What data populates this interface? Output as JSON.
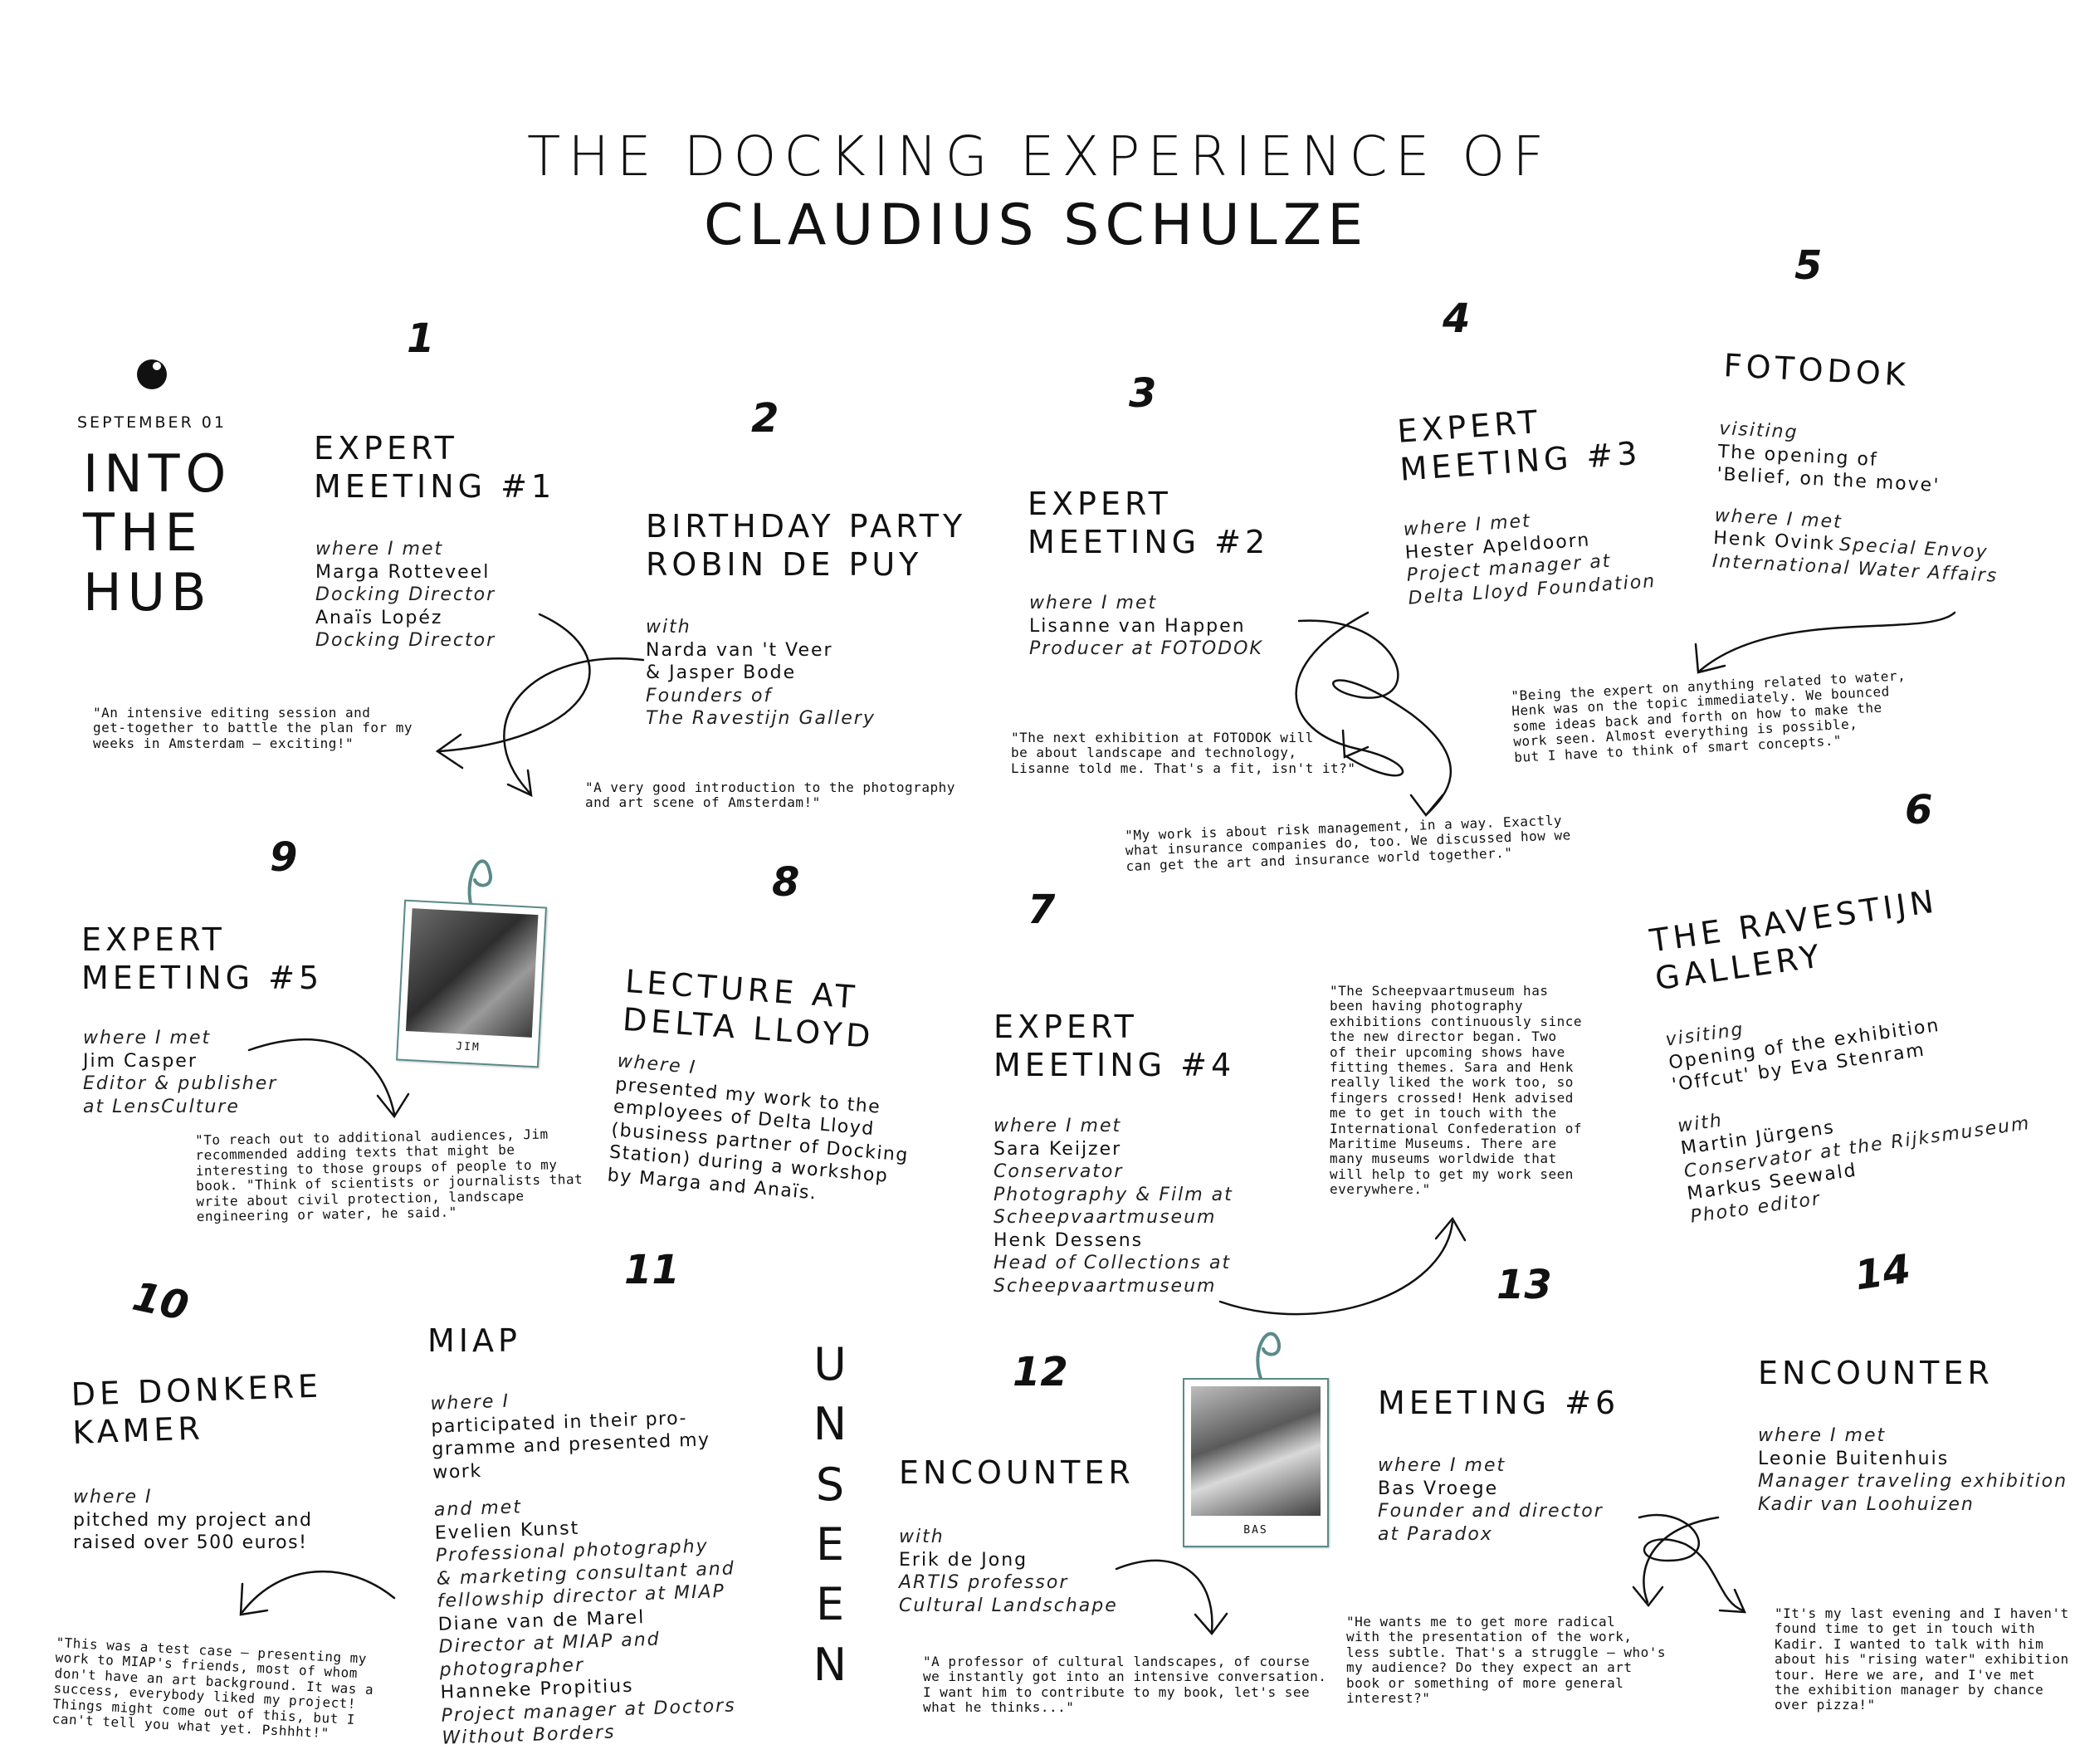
{
  "title": {
    "line1": "THE DOCKING EXPERIENCE OF",
    "line2": "CLAUDIUS SCHULZE"
  },
  "start": {
    "date": "SEPTEMBER 01",
    "heading": "INTO\nTHE\nHUB"
  },
  "unseen": [
    "U",
    "N",
    "S",
    "E",
    "E",
    "N"
  ],
  "entries": [
    {
      "num": "1",
      "heading": "EXPERT\nMEETING #1",
      "label": "where I met",
      "people": [
        {
          "name": "Marga Rotteveel",
          "role": "Docking Director"
        },
        {
          "name": "Anaïs Lopéz",
          "role": "Docking Director"
        }
      ],
      "quote": "\"An intensive editing session and\nget-together to battle the plan for my\nweeks in Amsterdam – exciting!\""
    },
    {
      "num": "2",
      "heading": "BIRTHDAY PARTY\nROBIN DE PUY",
      "label": "with",
      "names": [
        "Narda van 't Veer",
        "& Jasper Bode"
      ],
      "roles": [
        "Founders of",
        "The Ravestijn Gallery"
      ],
      "quote": "\"A very good introduction to the photography\nand art scene of Amsterdam!\""
    },
    {
      "num": "3",
      "heading": "EXPERT\nMEETING #2",
      "label": "where I met",
      "people": [
        {
          "name": "Lisanne van Happen",
          "role": "Producer at FOTODOK"
        }
      ],
      "quote": "\"The next exhibition at FOTODOK will\nbe about landscape and technology,\nLisanne told me. That's a fit, isn't it?\""
    },
    {
      "num": "4",
      "heading": "EXPERT\nMEETING #3",
      "label": "where I met",
      "people": [
        {
          "name": "Hester Apeldoorn",
          "role": "Project manager at\nDelta Lloyd Foundation"
        }
      ],
      "quote": "\"My work is about risk management, in a way. Exactly\nwhat insurance companies do, too. We discussed how we\ncan get the art and insurance world together.\""
    },
    {
      "num": "5",
      "heading": "FOTODOK",
      "label": "visiting",
      "text": "The opening of\n'Belief, on the move'",
      "label2": "where I met",
      "name": "Henk Ovink",
      "role": "Special Envoy",
      "role2": "International Water Affairs",
      "quote": "\"Being the expert on anything related to water,\nHenk was on the topic immediately. We bounced\nsome ideas back and forth on how to make the\nwork seen. Almost everything is possible,\nbut I have to think of smart concepts.\""
    },
    {
      "num": "6",
      "heading": "THE RAVESTIJN\nGALLERY",
      "label": "visiting",
      "text": "Opening of the exhibition\n'Offcut' by Eva Stenram",
      "label2": "with",
      "people": [
        {
          "name": "Martin Jürgens",
          "role": "Conservator at the Rijksmuseum"
        },
        {
          "name": "Markus Seewald",
          "role": "Photo editor"
        }
      ]
    },
    {
      "num": "7",
      "heading": "EXPERT\nMEETING #4",
      "label": "where I met",
      "people": [
        {
          "name": "Sara Keijzer",
          "role": "Conservator\nPhotography & Film at\nScheepvaartmuseum"
        },
        {
          "name": "Henk Dessens",
          "role": "Head of Collections at\nScheepvaartmuseum"
        }
      ],
      "quote": "\"The Scheepvaartmuseum has\nbeen having photography\nexhibitions continuously since\nthe new director began. Two\nof their upcoming shows have\nfitting themes. Sara and Henk\nreally liked the work too, so\nfingers crossed! Henk advised\nme to get in touch with the\nInternational Confederation of\nMaritime Museums. There are\nmany museums worldwide that\nwill help to get my work seen\neverywhere.\""
    },
    {
      "num": "8",
      "heading": "LECTURE AT\nDELTA LLOYD",
      "label": "where I",
      "text": "presented my work to the\nemployees of Delta Lloyd\n(business partner of Docking\nStation) during a workshop\nby Marga and Anaïs."
    },
    {
      "num": "9",
      "heading": "EXPERT\nMEETING #5",
      "label": "where I met",
      "people": [
        {
          "name": "Jim Casper",
          "role": "Editor & publisher\nat LensCulture"
        }
      ],
      "photo_caption": "JIM",
      "quote": "\"To reach out to additional audiences, Jim\nrecommended adding texts that might be\ninteresting to those groups of people to my\nbook. \"Think of scientists or journalists that\nwrite about civil protection, landscape\nengineering or water, he said.\""
    },
    {
      "num": "10",
      "heading": "DE DONKERE\nKAMER",
      "label": "where I",
      "text": "pitched my project and\nraised over 500 euros!",
      "quote": "\"This was a test case – presenting my\nwork to MIAP's friends, most of whom\ndon't have an art background. It was a\nsuccess, everybody liked my project!\nThings might come out of this, but I\ncan't tell you what yet. Pshhht!\""
    },
    {
      "num": "11",
      "heading": "MIAP",
      "label": "where I",
      "text": "participated in their pro-\ngramme and presented my\nwork",
      "label2": "and met",
      "people": [
        {
          "name": "Evelien Kunst",
          "role": "Professional photography\n& marketing consultant and\nfellowship director at MIAP"
        },
        {
          "name": "Diane van de Marel",
          "role": "Director at MIAP and\nphotographer"
        },
        {
          "name": "Hanneke Propitius",
          "role": "Project manager at Doctors\nWithout Borders"
        }
      ]
    },
    {
      "num": "12",
      "heading": "ENCOUNTER",
      "label": "with",
      "people": [
        {
          "name": "Erik de Jong",
          "role": "ARTIS professor\nCultural Landschape"
        }
      ],
      "quote": "\"A professor of cultural landscapes, of course\nwe instantly got into an intensive conversation.\nI want him to contribute to my book, let's see\nwhat he thinks...\""
    },
    {
      "num": "13",
      "heading": "MEETING #6",
      "label": "where I met",
      "people": [
        {
          "name": "Bas Vroege",
          "role": "Founder and director\nat Paradox"
        }
      ],
      "photo_caption": "BAS",
      "quote": "\"He wants me to get more radical\nwith the presentation of the work,\nless subtle. That's a struggle – who's\nmy audience? Do they expect an art\nbook or something of more general\ninterest?\""
    },
    {
      "num": "14",
      "heading": "ENCOUNTER",
      "label": "where I met",
      "people": [
        {
          "name": "Leonie Buitenhuis",
          "role": "Manager traveling exhibition\nKadir van Loohuizen"
        }
      ],
      "quote": "\"It's my last evening and I haven't\nfound time to get in touch with\nKadir. I wanted to talk with him\nabout his \"rising water\" exhibition\ntour. Here we are, and I've met\nthe exhibition manager by chance\nover pizza!\""
    }
  ]
}
